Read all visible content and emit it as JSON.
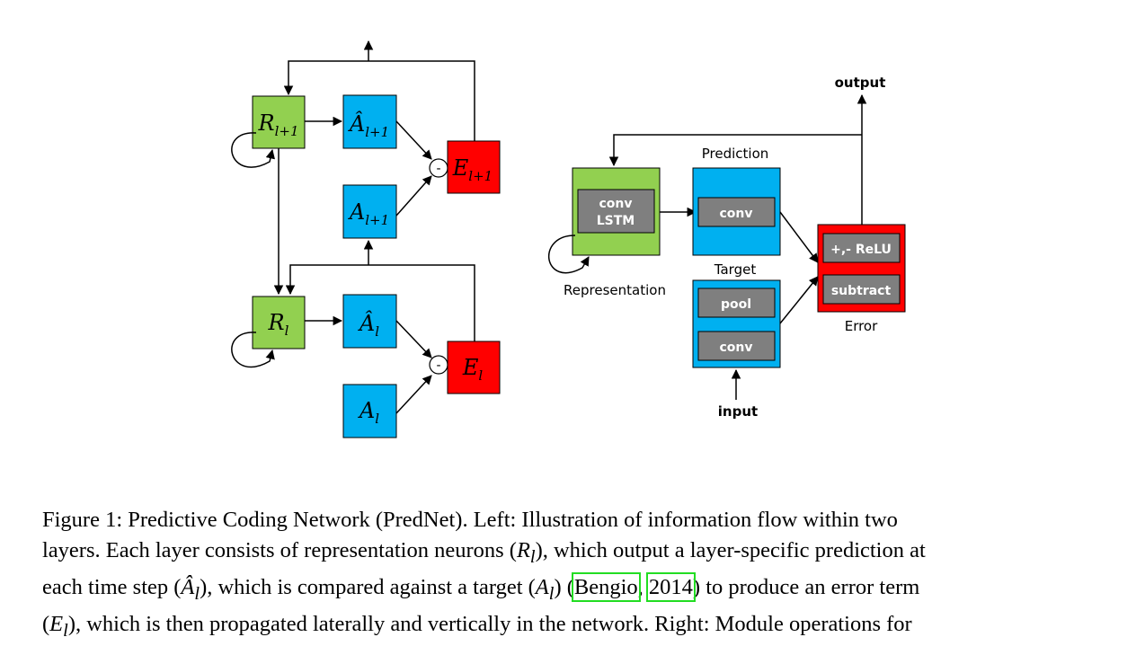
{
  "figure": {
    "left": {
      "r_upper": "R",
      "r_upper_sub": "l+1",
      "ahat_upper": "Â",
      "ahat_upper_sub": "l+1",
      "a_upper": "A",
      "a_upper_sub": "l+1",
      "e_upper": "E",
      "e_upper_sub": "l+1",
      "r_lower": "R",
      "r_lower_sub": "l",
      "ahat_lower": "Â",
      "ahat_lower_sub": "l",
      "a_lower": "A",
      "a_lower_sub": "l",
      "e_lower": "E",
      "e_lower_sub": "l",
      "minus": "-"
    },
    "right": {
      "output": "output",
      "input": "input",
      "prediction": "Prediction",
      "target": "Target",
      "representation": "Representation",
      "error": "Error",
      "conv_lstm_1": "conv",
      "conv_lstm_2": "LSTM",
      "pred_conv": "conv",
      "pool": "pool",
      "target_conv": "conv",
      "relu": "+,- ReLU",
      "subtract": "subtract"
    },
    "colors": {
      "green": "#92d050",
      "blue": "#00b0f0",
      "red": "#ff0000",
      "gray": "#7f7f7f"
    }
  },
  "caption": {
    "line1": "Figure 1: Predictive Coding Network (PredNet). Left: Illustration of information flow within two",
    "line2_a": "layers. Each layer consists of representation neurons (",
    "line2_m": "R",
    "line2_sub": "l",
    "line2_b": "), which output a layer-specific prediction at",
    "line3_a": "each time step (",
    "line3_m": "Â",
    "line3_sub": "l",
    "line3_b": "), which is compared against a target (",
    "line3_m2": "A",
    "line3_sub2": "l",
    "line3_c": ") (",
    "cite_author": "Bengio",
    "cite_sep": ",",
    "cite_year": "2014",
    "line3_d": ") to produce an error term",
    "line4_a": "(",
    "line4_m": "E",
    "line4_sub": "l",
    "line4_b": "), which is then propagated laterally and vertically in the network. Right: Module operations for"
  }
}
